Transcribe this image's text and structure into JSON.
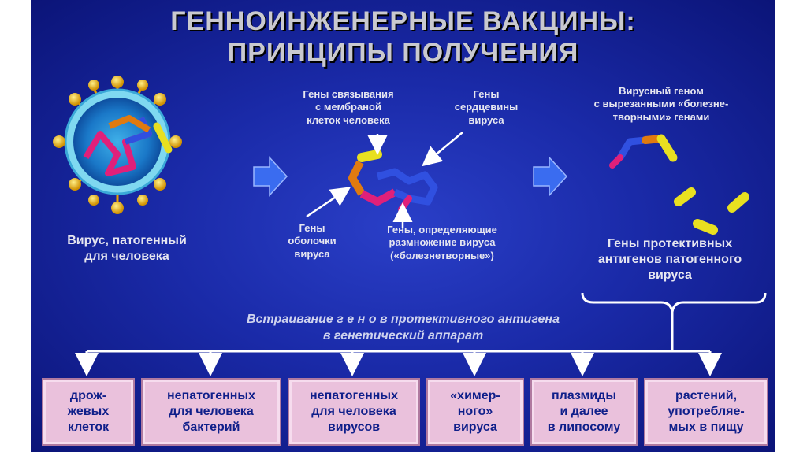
{
  "title": {
    "line1": "ГЕННОИНЖЕНЕРНЫЕ ВАКЦИНЫ:",
    "line2": "ПРИНЦИПЫ ПОЛУЧЕНИЯ"
  },
  "virus_label": "Вирус, патогенный\nдля человека",
  "genes_binding": "Гены связывания\nс мембраной\nклеток человека",
  "genes_core": "Гены\nсердцевины\nвируса",
  "genes_shell": "Гены\nоболочки\nвируса",
  "genes_reproduction": "Гены, определяющие\nразмножение вируса\n(«болезнетворные»)",
  "viral_genome": "Вирусный геном\nс вырезанными «болезне-\nтворными» генами",
  "protective_genes": "Гены протективных\nантигенов патогенного\nвируса",
  "insertion_text": "Встраивание  г е н о в  протективного антигена\nв генетический аппарат",
  "boxes": [
    {
      "label": "дрож-\nжевых\nклеток"
    },
    {
      "label": "непатогенных\nдля человека\nбактерий"
    },
    {
      "label": "непатогенных\nдля человека\nвирусов"
    },
    {
      "label": "«химер-\nного»\nвируса"
    },
    {
      "label": "плазмиды\nи далее\nв  липосому"
    },
    {
      "label": "растений,\nупотребляе-\nмых в пищу"
    }
  ],
  "colors": {
    "background": "#1a2aa8",
    "box_fill": "#eac1dc",
    "box_text": "#0f1f8a",
    "arrow_blue": "#3a6cf0",
    "gene_yellow": "#e8e020",
    "gene_orange": "#e07a10",
    "gene_pink": "#e0207a",
    "gene_blue": "#3050e0"
  }
}
